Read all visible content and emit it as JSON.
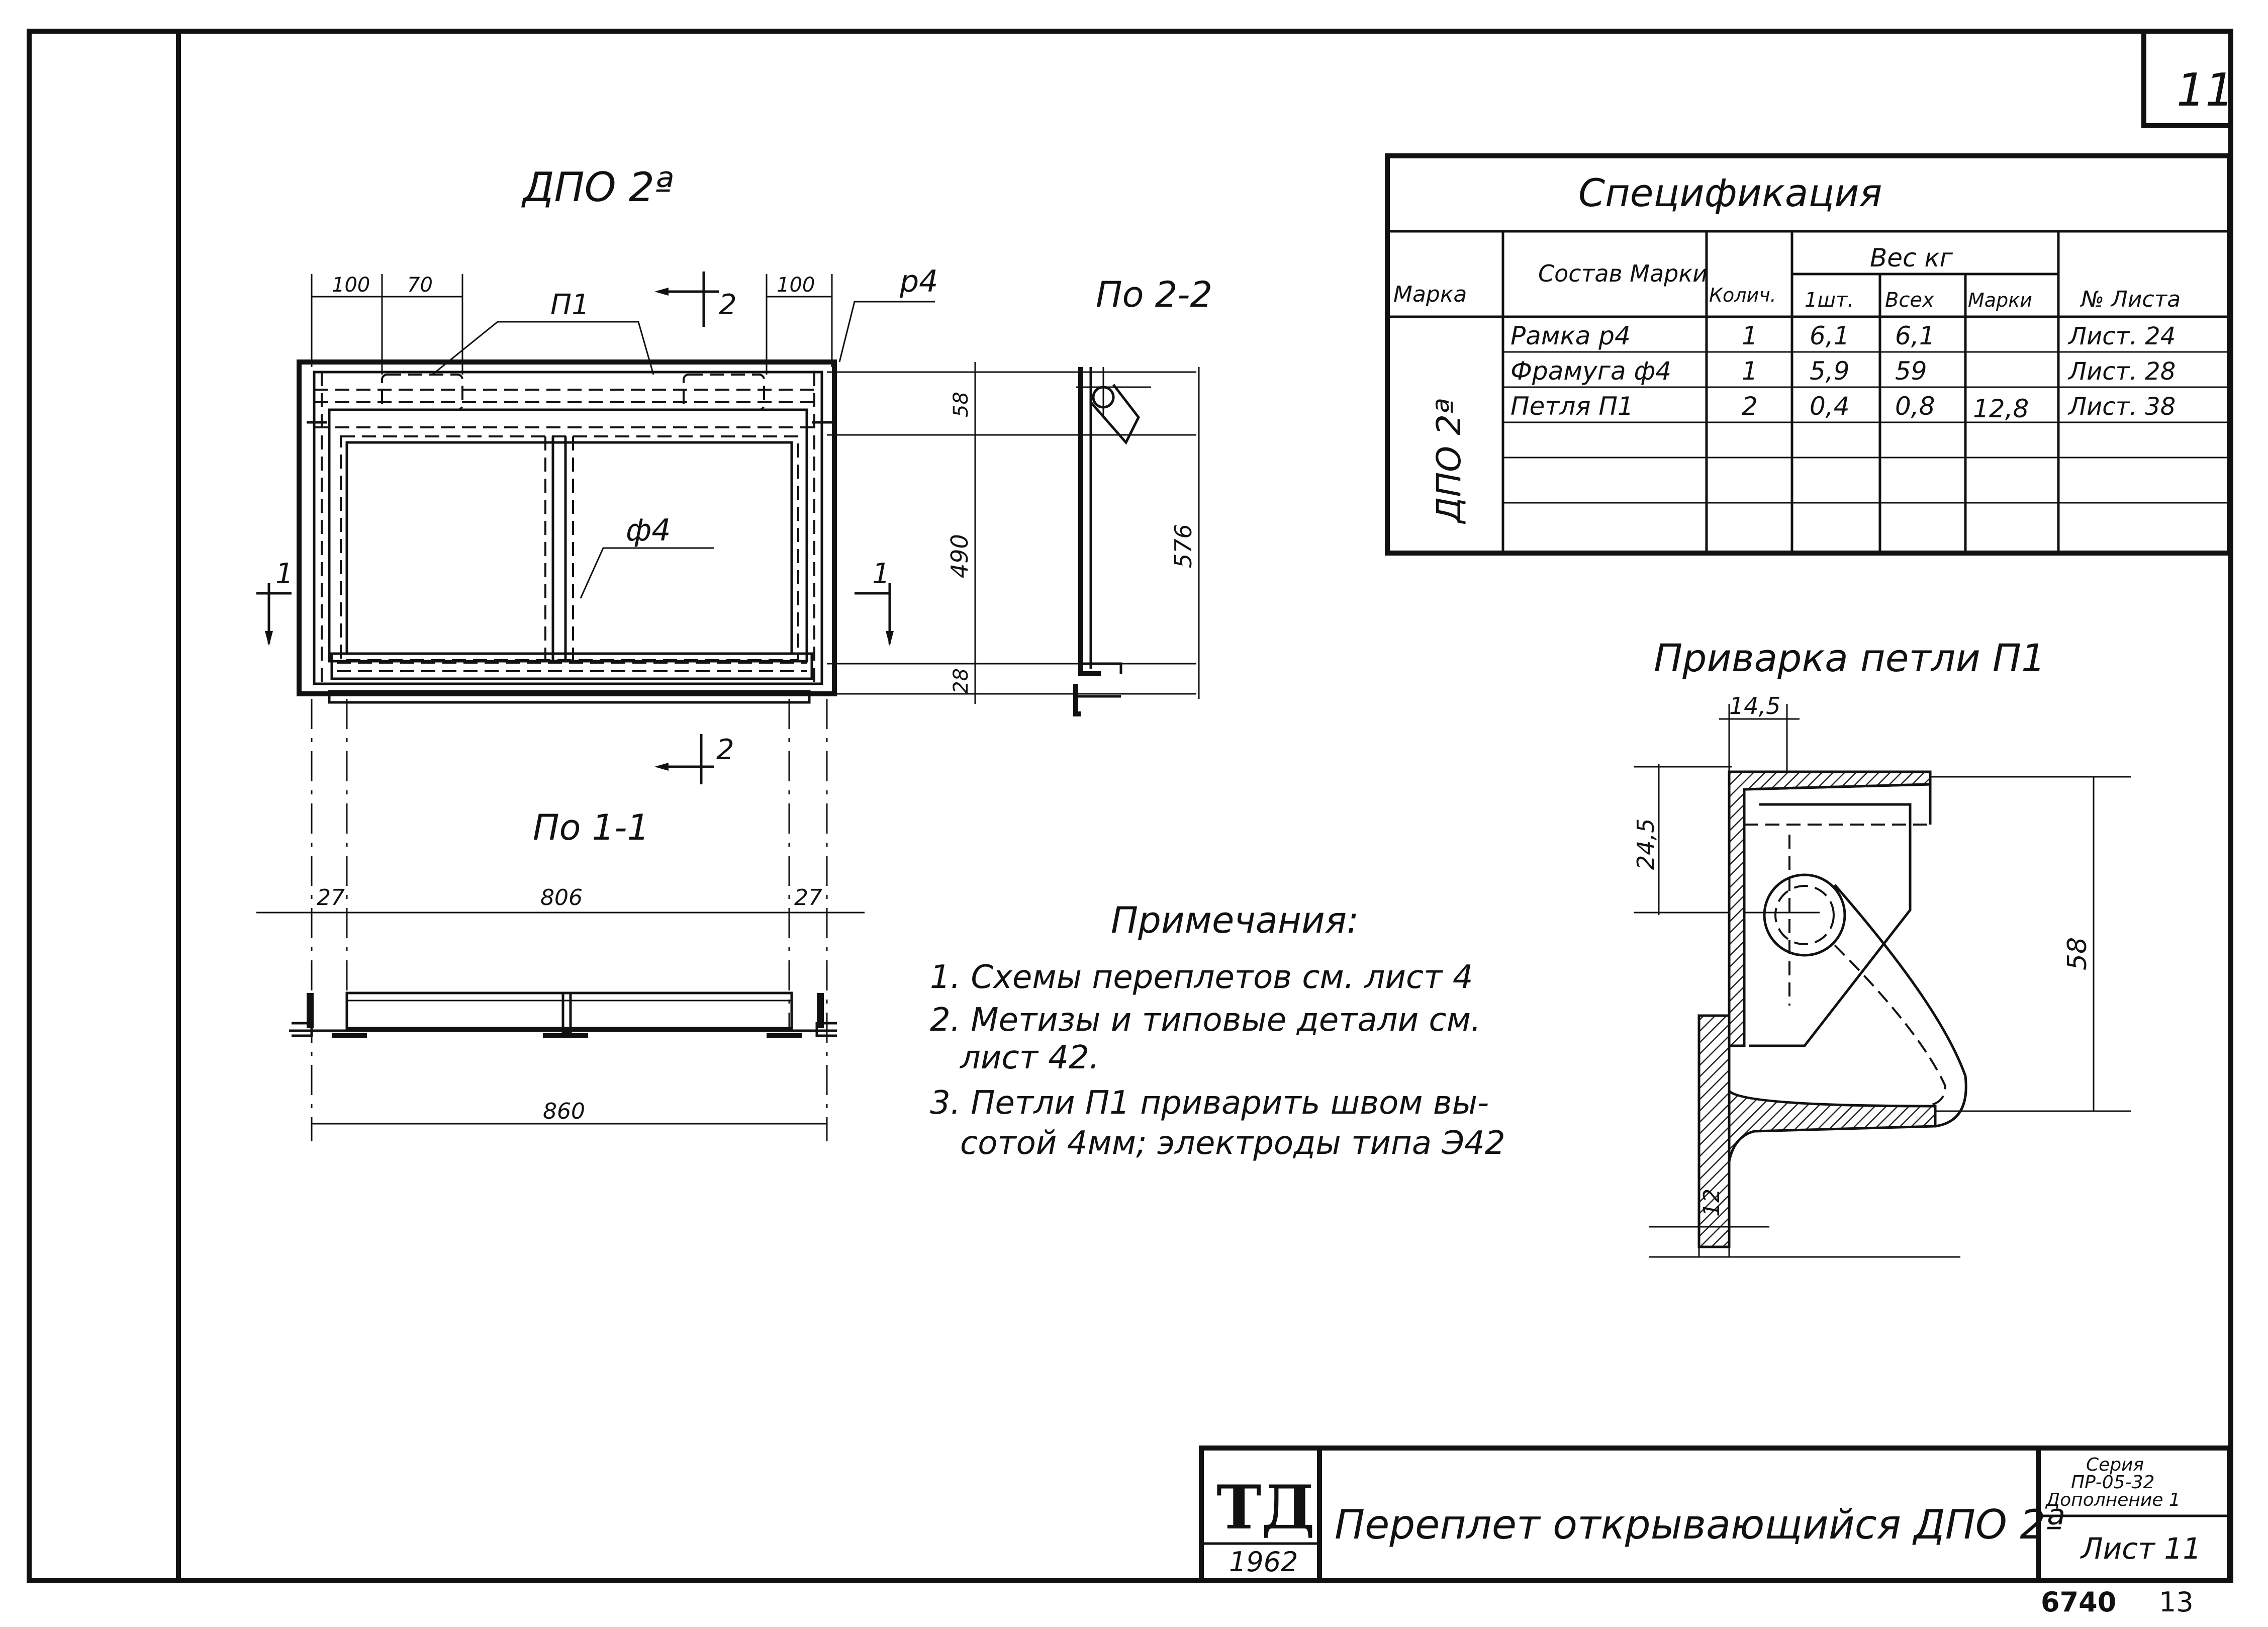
{
  "sheet_number": "11",
  "views": {
    "main_title": "ДПО 2ª",
    "section_22": "По 2-2",
    "section_11": "По 1-1",
    "weld_title": "Приварка петли П1"
  },
  "labels": {
    "p1": "П1",
    "p4": "р4",
    "f4": "ф4",
    "cut1": "1",
    "cut2": "2"
  },
  "dims": {
    "top_100a": "100",
    "top_70": "70",
    "top_100b": "100",
    "v58": "58",
    "v490": "490",
    "v28": "28",
    "v576": "576",
    "s27a": "27",
    "s806": "806",
    "s27b": "27",
    "s860": "860",
    "w145": "14,5",
    "w245": "24,5",
    "w58": "58",
    "w12": "12"
  },
  "spec": {
    "title": "Спецификация",
    "headers": {
      "marka": "Марка",
      "sostav": "Состав Марки",
      "kol": "Колич.",
      "ves": "Вес кг",
      "one": "1шт.",
      "all": "Всех",
      "marki": "Марки",
      "list": "№ Листа"
    },
    "mark": "ДПО 2ª",
    "rows": [
      {
        "name": "Рамка р4",
        "qty": "1",
        "one": "6,1",
        "all": "6,1",
        "sheet": "Лист. 24"
      },
      {
        "name": "Фрамуга ф4",
        "qty": "1",
        "one": "5,9",
        "all": "59",
        "sheet": "Лист. 28"
      },
      {
        "name": "Петля П1",
        "qty": "2",
        "one": "0,4",
        "all": "0,8",
        "sheet": "Лист. 38"
      }
    ],
    "total": "12,8"
  },
  "notes": {
    "title": "Примечания:",
    "line1": "1. Схемы переплетов см. лист 4",
    "line2": "2. Метизы и типовые детали см.",
    "line3": "лист 42.",
    "line4": "3. Петли П1 приварить швом вы-",
    "line5": "сотой 4мм; электроды типа Э42"
  },
  "title_block": {
    "logo": "ТД",
    "year": "1962",
    "title": "Переплет открывающийся ДПО 2ª",
    "series1": "Серия",
    "series2": "ПР-05-32",
    "series3": "Дополнение 1",
    "sheet": "Лист 11",
    "code": "6740",
    "code2": "13"
  }
}
